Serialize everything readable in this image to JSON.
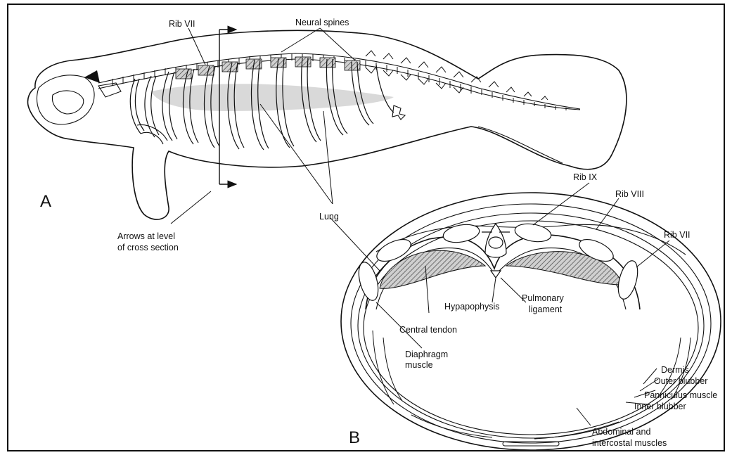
{
  "panels": {
    "a": "A",
    "b": "B"
  },
  "labels": {
    "rib_vii_top": "Rib VII",
    "neural_spines": "Neural spines",
    "lung": "Lung",
    "arrows_line1": "Arrows at level",
    "arrows_line2": "of cross section",
    "rib_ix": "Rib IX",
    "rib_viii": "Rib VIII",
    "rib_vii_section": "Rib VII",
    "hypapophysis": "Hypapophysis",
    "pulmonary_line1": "Pulmonary",
    "pulmonary_line2": "ligament",
    "central_tendon": "Central tendon",
    "diaphragm_line1": "Diaphragm",
    "diaphragm_line2": "muscle",
    "dermis": "Dermis",
    "outer_blubber": "Outer blubber",
    "panniculus_muscle": "Panniculus muscle",
    "inner_blubber": "Inner blubber",
    "abdominal_line1": "Abdominal and",
    "abdominal_line2": "intercostal muscles"
  },
  "colors": {
    "ink": "#111111",
    "lung_fill": "#d9d9d9",
    "lung_hatch": "#444444"
  }
}
